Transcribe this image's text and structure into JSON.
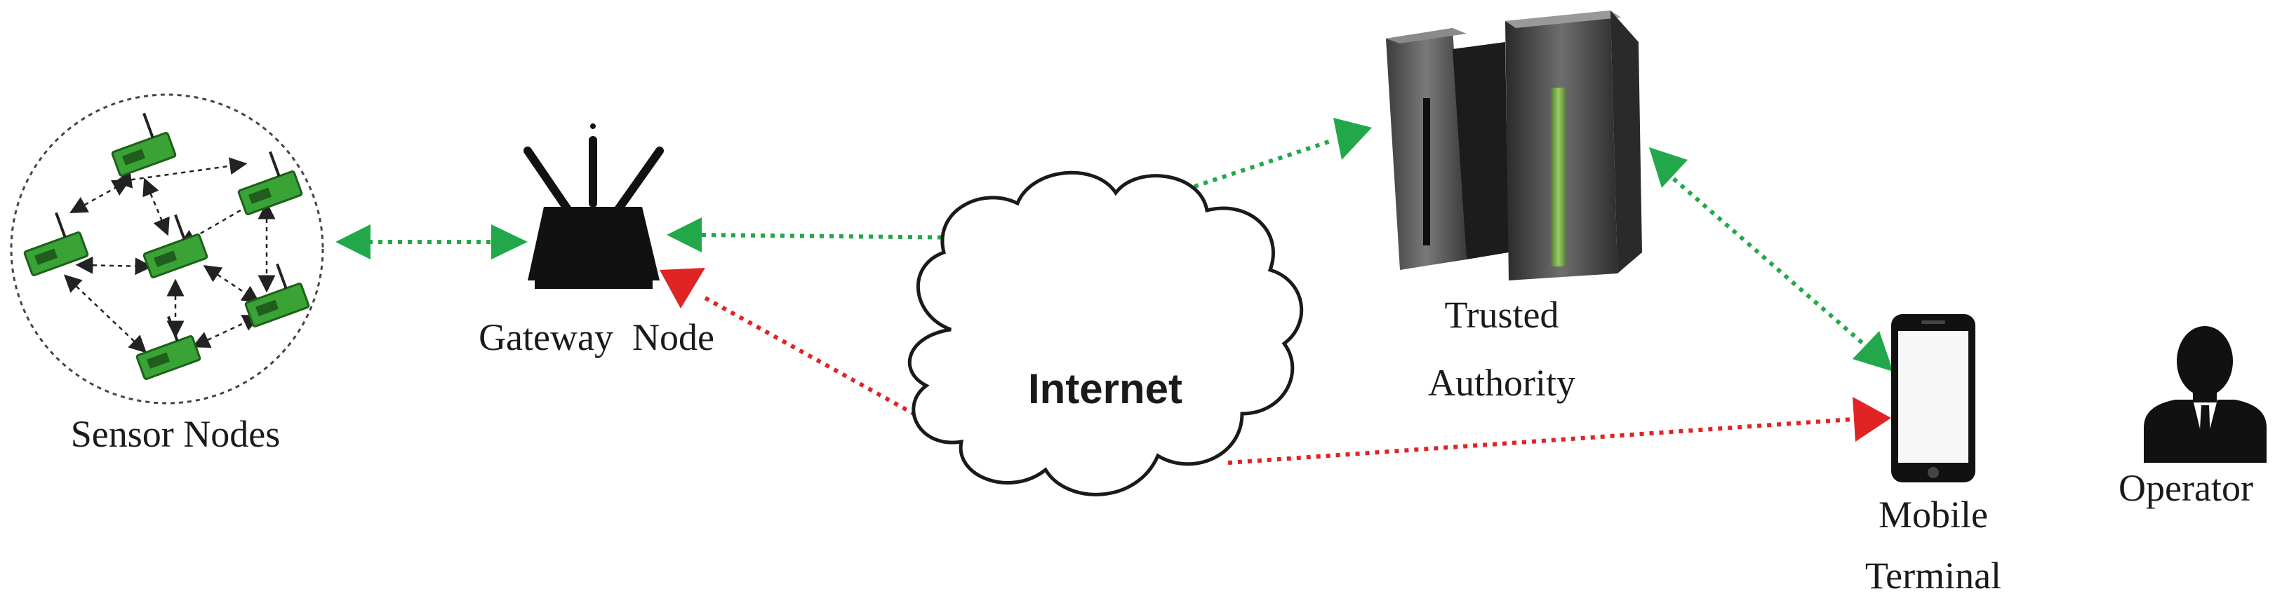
{
  "labels": {
    "sensor_nodes": "Sensor Nodes",
    "gateway_node": "Gateway  Node",
    "internet": "Internet",
    "trusted_authority_line1": "Trusted",
    "trusted_authority_line2": "Authority",
    "mobile_terminal_line1": "Mobile",
    "mobile_terminal_line2": "Terminal",
    "operator": "Operator"
  },
  "colors": {
    "secure_link": "#22a84a",
    "public_link": "#e02424",
    "sensor_board": "#3aa335",
    "device_dark": "#111111",
    "server_body": "#5a5a5a",
    "server_accent": "#8bc34a"
  },
  "icons": [
    "sensor-node-icon",
    "router-icon",
    "cloud-icon",
    "server-icon",
    "smartphone-icon",
    "person-icon"
  ]
}
